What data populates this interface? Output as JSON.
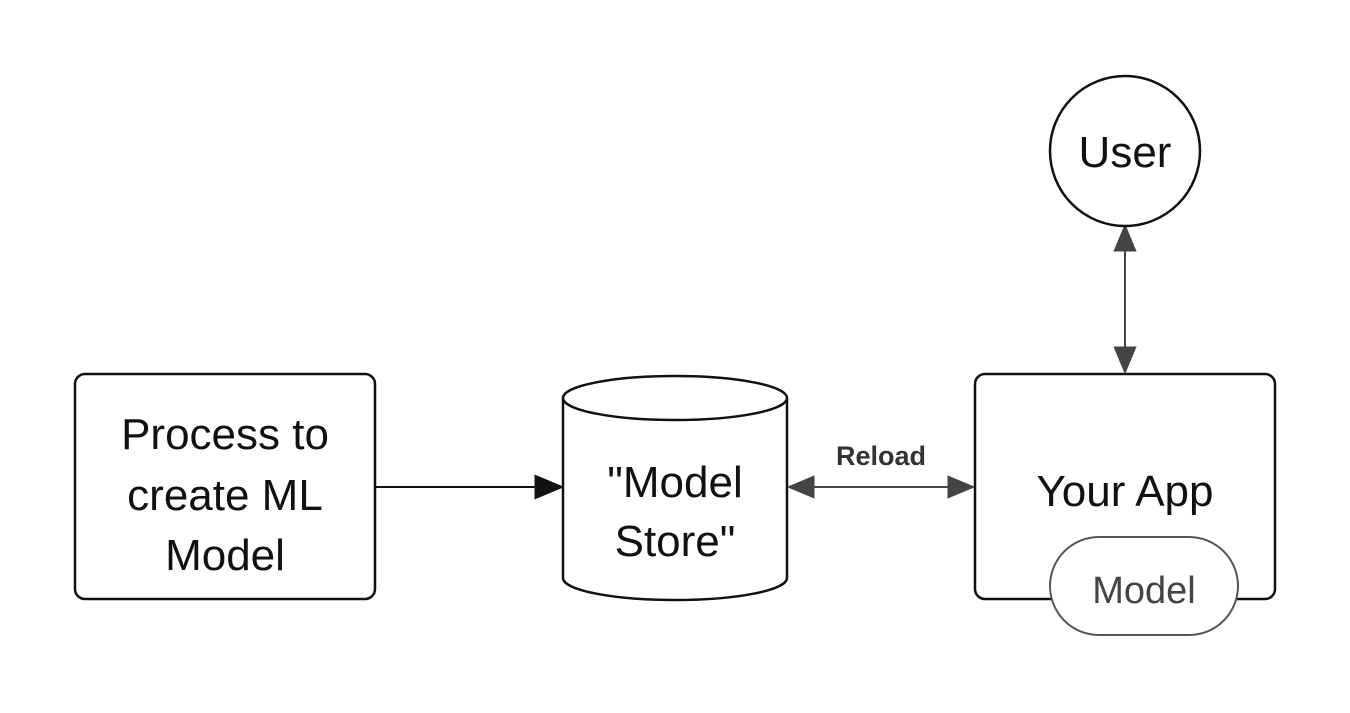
{
  "nodes": {
    "process": {
      "lines": [
        "Process to",
        "create ML",
        "Model"
      ]
    },
    "model_store": {
      "lines": [
        "\"Model",
        "Store\""
      ]
    },
    "your_app": {
      "label": "Your App"
    },
    "model": {
      "label": "Model"
    },
    "user": {
      "label": "User"
    }
  },
  "edges": {
    "reload": {
      "label": "Reload"
    }
  },
  "colors": {
    "stroke": "#111111",
    "connector": "#444444",
    "model_border": "#555555",
    "background": "#ffffff"
  }
}
